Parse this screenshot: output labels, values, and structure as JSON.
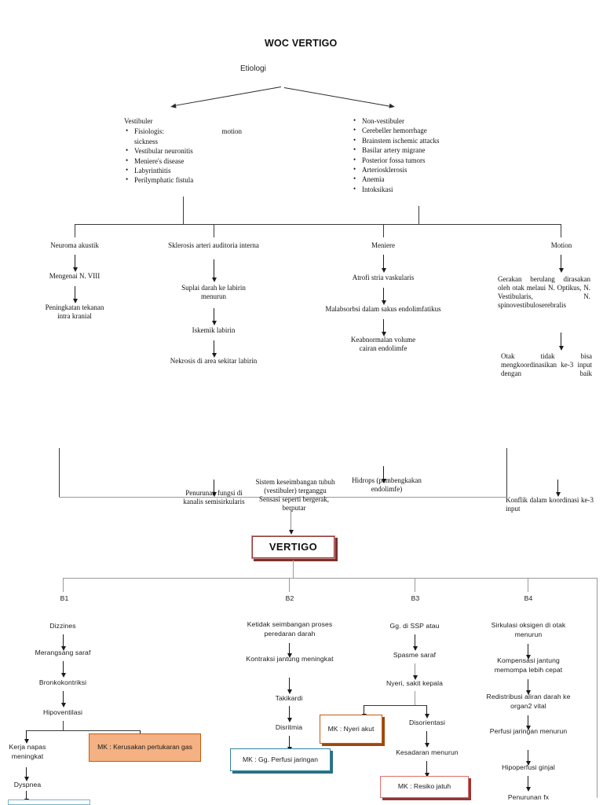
{
  "title": "WOC VERTIGO",
  "etiologi_label": "Etiologi",
  "etiologi": {
    "left": {
      "heading": "Vestibuler",
      "items": [
        "Fisiologis:|motion",
        "sickness",
        "Vestibular neuronitis",
        "Meniere's disease",
        "Labyrinthitis",
        "Perilymphatic fistula"
      ]
    },
    "right": {
      "items": [
        "Non-vestibuler",
        "Cerebeller hemorrhage",
        "Brainstem ischemic attacks",
        "Basilar artery migrane",
        "Posterior fossa tumors",
        "Arteriosklerosis",
        "Anemia",
        "Intoksikasi"
      ]
    }
  },
  "branches": {
    "b1": {
      "head": "Neuroma akustik",
      "steps": [
        "Mengenai N. VIII",
        "Peningkatan tekanan\nintra kranial"
      ],
      "outcome": "Penurunan fungsi di\nkanalis semisirkularis"
    },
    "b2": {
      "head": "Sklerosis arteri auditoria interna",
      "steps": [
        "Suplai darah ke labirin\nmenurun",
        "Iskemik labirin",
        "Nekrosis di area sekitar labirin"
      ],
      "outcome_a": "Sistem keseimbangan tubuh\n(vestibuler) terganggu",
      "outcome_b": "Sensasi seperti bergerak,\nberputar"
    },
    "b3": {
      "head": "Meniere",
      "steps": [
        "Atrofi stria vaskularis",
        "Malabsorbsi dalam sakus endolimfatikus",
        "Keabnormalan volume\ncairan endolimfe"
      ],
      "outcome": "Hidrops (pembengkakan\nendolimfe)"
    },
    "b4": {
      "head": "Motion",
      "steps": [
        "Gerakan|berulang\ndirasakan|oleh|otak\nmelaui N.|Optikus, N.\nVestibularis,|N.\nspinovestibuloserebralis",
        "Otak|tidak|bisa\nmengkoordinasikan ke-\n3 input dengan baik"
      ],
      "outcome": "Konflik|dalam\nkoordinasi ke-3 input"
    }
  },
  "vertigo_label": "VERTIGO",
  "columns": [
    {
      "code": "B1",
      "steps": [
        "Dizzines",
        "Merangsang saraf",
        "Bronkokontriksi",
        "Hipoventilasi"
      ],
      "split_left": "Kerja napas\nmeningkat",
      "split_right_box": "MK : Kerusakan pertukaran\ngas",
      "tail": "Dyspnea"
    },
    {
      "code": "B2",
      "steps": [
        "Ketidak seimbangan\nproses peredaran darah",
        "Kontraksi jantung\nmeningkat",
        "Takikardi",
        "Disritmia"
      ],
      "box": "MK : Gg. Perfusi jaringan"
    },
    {
      "code": "B3",
      "steps": [
        "Gg. di SSP atau",
        "Spasme saraf",
        "Nyeri, sakit kepala"
      ],
      "box_left": "MK : Nyeri\nakut",
      "split_right": "Disorientasi",
      "after_split": "Kesadaran menurun",
      "box": "MK : Resiko jatuh"
    },
    {
      "code": "B4",
      "steps": [
        "Sirkulasi oksigen di\notak menurun",
        "Kompensasi jantung\nmemompa lebih cepat",
        "Redistribusi aliran\ndarah ke organ2 vital",
        "Perfusi jaringan\nmenurun",
        "Hipoperfusi ginjal",
        "Penurunan fx"
      ]
    }
  ],
  "colors": {
    "vertigo_border": "#943634",
    "vertigo_shadow": "#7b2f2c",
    "mk_orange_fill": "#F4B183",
    "mk_orange_border": "#C55A11",
    "mk_nyeri_border": "#C55A11",
    "mk_perfusi_border": "#31859C",
    "mk_resiko_border": "#E46C6C",
    "mk_resiko_shadow": "#943634",
    "line": "#3a3a3a"
  }
}
